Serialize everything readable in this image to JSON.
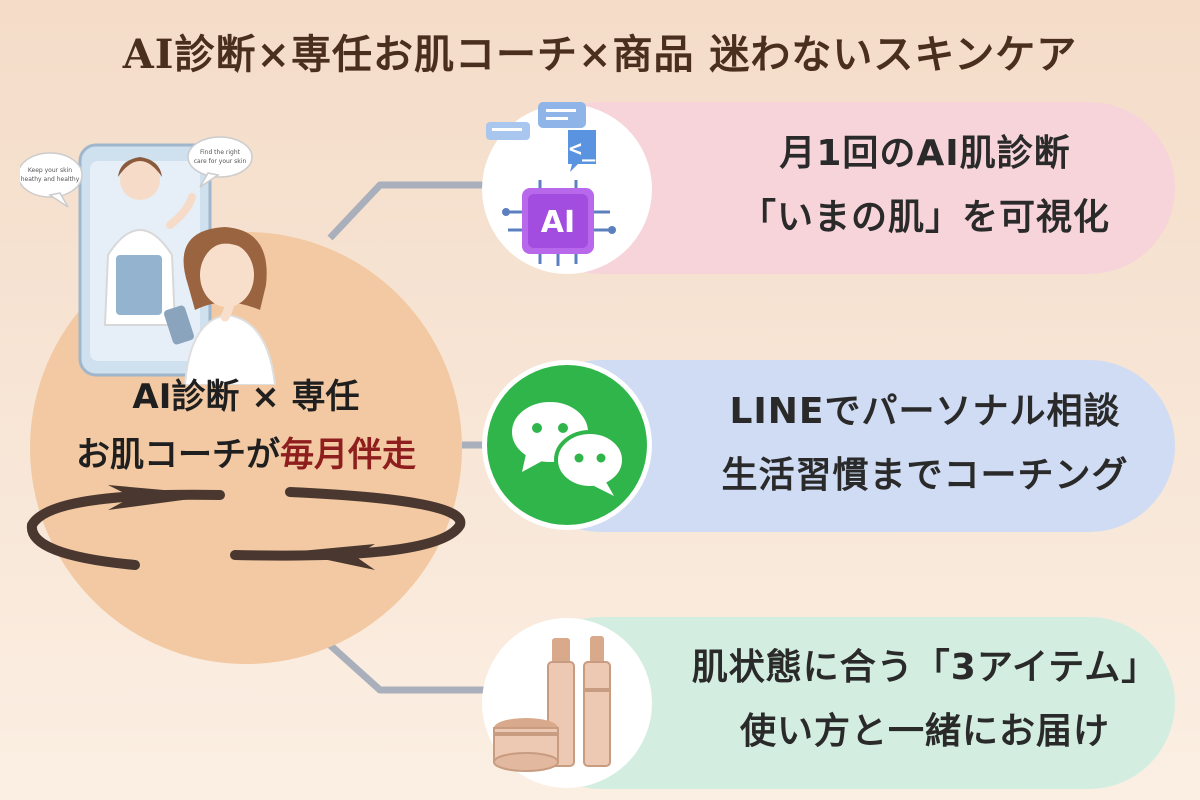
{
  "title": "AI診断×専任お肌コーチ×商品 迷わないスキンケア",
  "hub": {
    "line1": "AI診断 × 専任",
    "line2_prefix": "お肌コーチが",
    "line2_accent": "毎月伴走"
  },
  "illustration": {
    "bubble_left": "Keep your skin heathy and healthy",
    "bubble_right": "Find the right care for your skin"
  },
  "features": [
    {
      "icon": "ai-chip-icon",
      "line1": "月1回のAI肌診断",
      "line2": "「いまの肌」を可視化"
    },
    {
      "icon": "chat-bubbles-icon",
      "line1": "LINEでパーソナル相談",
      "line2": "生活習慣までコーチング"
    },
    {
      "icon": "skincare-bottles-icon",
      "line1": "肌状態に合う「3アイテム」",
      "line2": "使い方と一緒にお届け"
    }
  ],
  "ai_badge": "AI",
  "code_symbol": "<_",
  "colors": {
    "title": "#4a2e1e",
    "accent": "#8e1d1d",
    "hub": "#f2c9a2",
    "pill_pink": "#f6d4da",
    "pill_blue": "#cfdcf3",
    "pill_green": "#d3eee1",
    "line_green": "#2fb54a",
    "ai_purple": "#a24ce0"
  }
}
